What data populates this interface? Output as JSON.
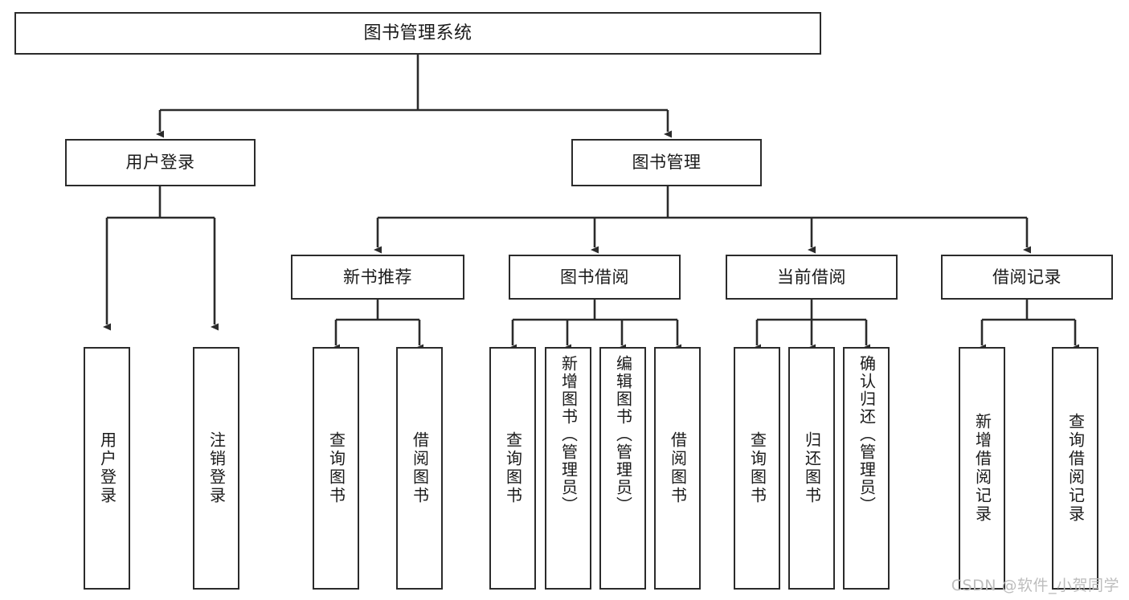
{
  "diagram": {
    "title": "图书管理系统",
    "type": "tree",
    "watermark": "CSDN @软件_小贺同学",
    "colors": {
      "box_border": "#2b2b2b",
      "box_fill": "#ffffff",
      "connector": "#2b2b2b",
      "text": "#1a1a1a",
      "watermark": "#bdbdbd",
      "background": "#ffffff"
    },
    "root": {
      "label": "图书管理系统"
    },
    "level2": [
      {
        "label": "用户登录"
      },
      {
        "label": "图书管理"
      }
    ],
    "level3": [
      {
        "label": "新书推荐"
      },
      {
        "label": "图书借阅"
      },
      {
        "label": "当前借阅"
      },
      {
        "label": "借阅记录"
      }
    ],
    "leaves": {
      "user_login": [
        {
          "label": "用户登录"
        },
        {
          "label": "注销登录"
        }
      ],
      "new_book": [
        {
          "label": "查询图书"
        },
        {
          "label": "借阅图书"
        }
      ],
      "book_borrow": [
        {
          "label": "查询图书"
        },
        {
          "label": "新增图书（管理员）"
        },
        {
          "label": "编辑图书（管理员）"
        },
        {
          "label": "借阅图书"
        }
      ],
      "current_borrow": [
        {
          "label": "查询图书"
        },
        {
          "label": "归还图书"
        },
        {
          "label": "确认归还（管理员）"
        }
      ],
      "borrow_record": [
        {
          "label": "新增借阅记录"
        },
        {
          "label": "查询借阅记录"
        }
      ]
    }
  }
}
